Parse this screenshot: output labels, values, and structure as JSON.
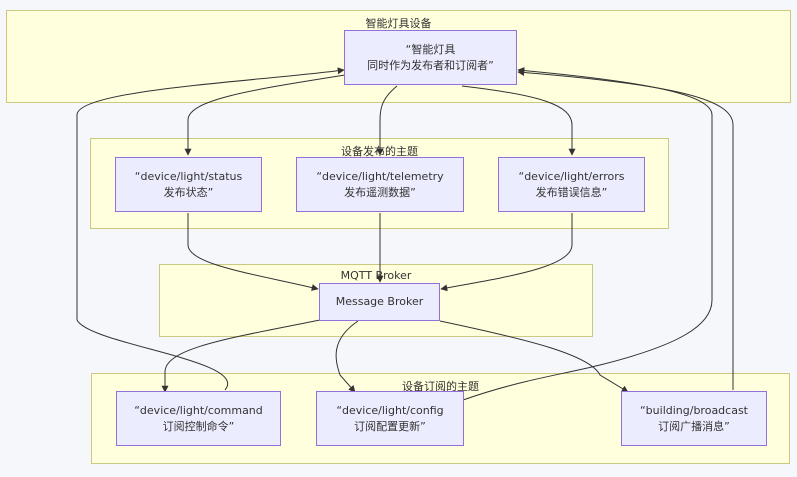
{
  "clusters": {
    "device": {
      "title": "智能灯具设备"
    },
    "publish": {
      "title": "设备发布的主题"
    },
    "broker": {
      "title": "MQTT Broker"
    },
    "subscribe": {
      "title": "设备订阅的主题"
    }
  },
  "nodes": {
    "lamp": {
      "line1": "“智能灯具",
      "line2": "同时作为发布者和订阅者”"
    },
    "status": {
      "line1": "“device/light/status",
      "line2": "发布状态”"
    },
    "telemetry": {
      "line1": "“device/light/telemetry",
      "line2": "发布遥测数据”"
    },
    "errors": {
      "line1": "“device/light/errors",
      "line2": "发布错误信息”"
    },
    "broker": {
      "line1": "Message Broker"
    },
    "command": {
      "line1": "“device/light/command",
      "line2": "订阅控制命令”"
    },
    "config": {
      "line1": "“device/light/config",
      "line2": "订阅配置更新”"
    },
    "broadcast": {
      "line1": "“building/broadcast",
      "line2": "订阅广播消息”"
    }
  },
  "colors": {
    "cluster_fill": "#ffffde",
    "cluster_border": "#c9c982",
    "node_fill": "#ececff",
    "node_border": "#9370db",
    "edge": "#333333"
  }
}
